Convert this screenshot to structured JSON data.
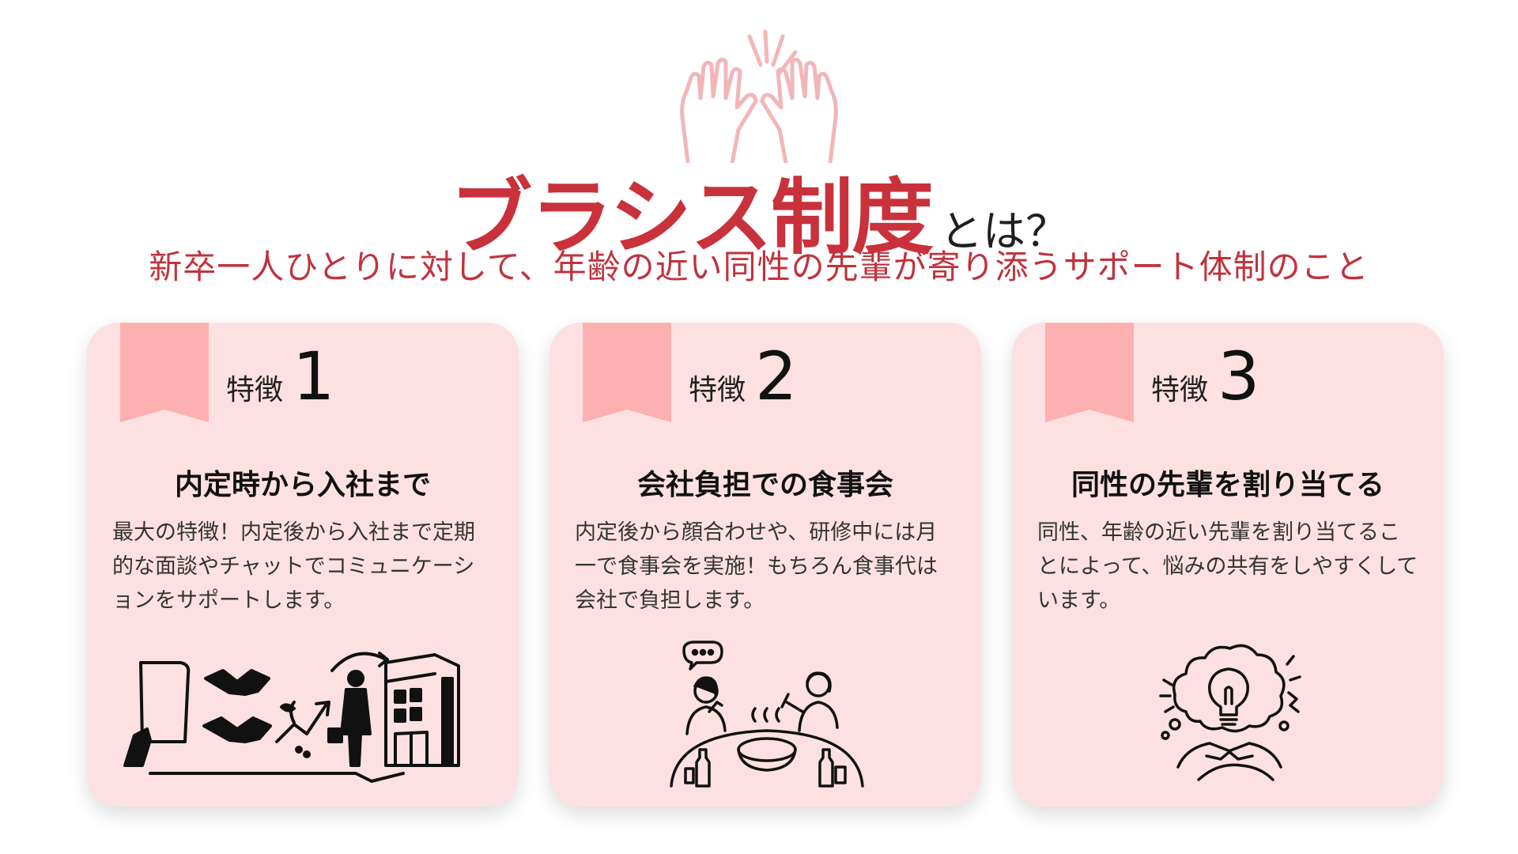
{
  "header": {
    "title_main": "ブラシス制度",
    "title_suffix": "とは？",
    "subtitle": "新卒一人ひとりに対して、年齢の近い同性の先輩が寄り添うサポート体制のこと"
  },
  "features": [
    {
      "label": "特徴",
      "number": "1",
      "title": "内定時から入社まで",
      "body": "最大の特徴！内定後から入社まで定期的な面談やチャットでコミュニケーションをサポートします。",
      "illustration_icon": "handshake-career-building-icon"
    },
    {
      "label": "特徴",
      "number": "2",
      "title": "会社負担での食事会",
      "body": "内定後から顔合わせや、研修中には月一で食事会を実施！もちろん食事代は会社で負担します。",
      "illustration_icon": "dinner-meeting-icon"
    },
    {
      "label": "特徴",
      "number": "3",
      "title": "同性の先輩を割り当てる",
      "body": "同性、年齢の近い先輩を割り当てることによって、悩みの共有をしやすくしています。",
      "illustration_icon": "lightbulb-idea-hands-icon"
    }
  ],
  "colors": {
    "accent_red": "#c9313b",
    "card_bg": "#fde1e2",
    "ribbon": "#fdb0b0",
    "deco_hands": "#f2b6b8"
  }
}
